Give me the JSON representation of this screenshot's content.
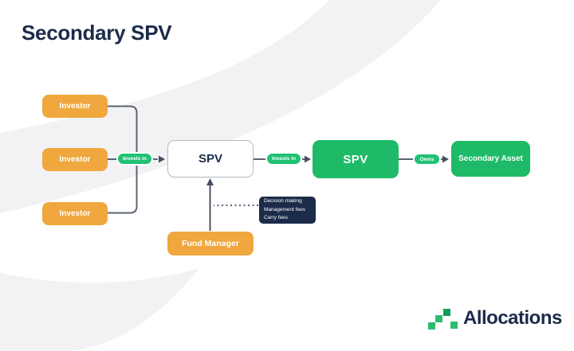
{
  "page": {
    "title": "Secondary SPV"
  },
  "colors": {
    "navy": "#1b2b4a",
    "orange": "#efa73e",
    "green": "#1eba67",
    "green_pill": "#21c173",
    "green_logo": "#2bbd6d",
    "green_dark": "#0f9e57",
    "line": "#5b6572",
    "border": "#b6bcc4",
    "band": "#f2f2f4"
  },
  "nodes": {
    "investors": [
      {
        "label": "Investor"
      },
      {
        "label": "Investor"
      },
      {
        "label": "Investor"
      }
    ],
    "spv_primary": {
      "label": "SPV"
    },
    "spv_secondary": {
      "label": "SPV"
    },
    "secondary_asset": {
      "label": "Secondary Asset"
    },
    "fund_manager": {
      "label": "Fund Manager"
    },
    "fees_note": {
      "lines": [
        "Decision making",
        "Management fees",
        "Carry fees"
      ]
    }
  },
  "edges": {
    "invests_in_1": "Invests in",
    "invests_in_2": "Invests in",
    "owns": "Owns"
  },
  "branding": {
    "logo_text": "Allocations"
  }
}
